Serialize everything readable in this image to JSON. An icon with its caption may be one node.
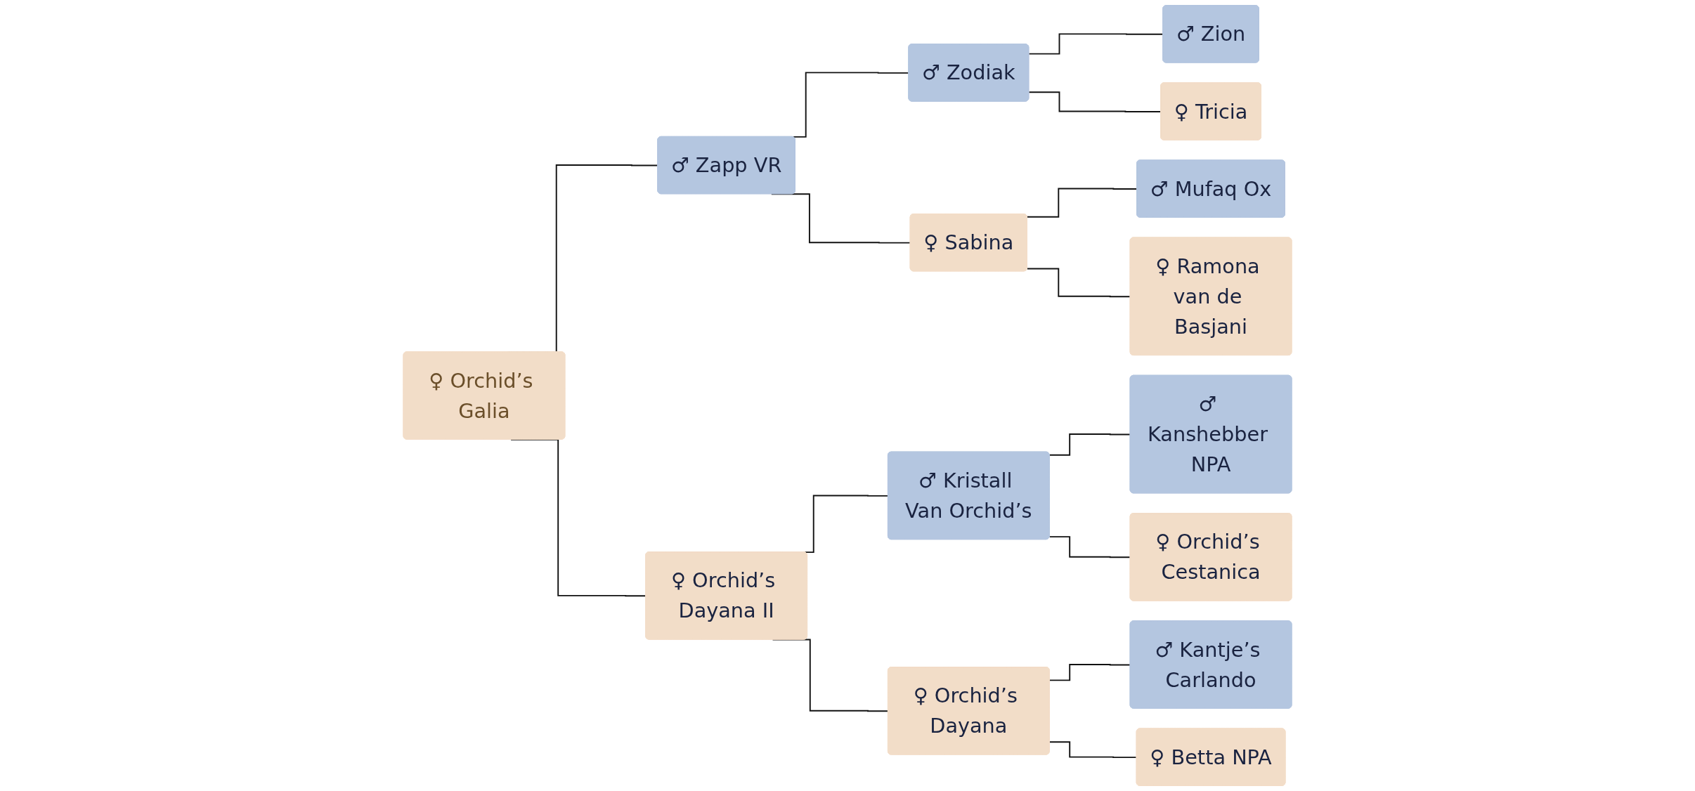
{
  "diagram": {
    "nodes": [
      {
        "text": [
          "♀ Orchid’s Galia"
        ]
      },
      {
        "text": [
          "♂ Zapp VR"
        ]
      },
      {
        "text": [
          "♂ Zodiak"
        ]
      },
      {
        "text": [
          "♂ Zion"
        ]
      },
      {
        "text": [
          "♀ Tricia"
        ]
      },
      {
        "text": [
          "♀ Sabina"
        ]
      },
      {
        "text": [
          "♂ Mufaq Ox"
        ]
      },
      {
        "text": [
          "♀ Ramona van de Basjani"
        ]
      },
      {
        "text": [
          "♀ Orchid’s Dayana II"
        ]
      },
      {
        "text": [
          "♂ Kristall Van Orchid’s"
        ]
      },
      {
        "text": [
          "♂ Kanshebber NPA"
        ]
      },
      {
        "text": [
          "♀ Orchid’s Cestanica"
        ]
      },
      {
        "text": [
          "♀ Orchid’s Dayana"
        ]
      },
      {
        "text": [
          "♂ Kantje’s Carlando"
        ]
      },
      {
        "text": [
          "♀ Betta NPA"
        ]
      }
    ],
    "edges": [
      {
        "from": 0,
        "to": 1,
        "arrow": "none"
      },
      {
        "from": 0,
        "to": 8,
        "arrow": "none"
      },
      {
        "from": 1,
        "to": 2,
        "arrow": "none"
      },
      {
        "from": 1,
        "to": 5,
        "arrow": "none"
      },
      {
        "from": 2,
        "to": 3,
        "arrow": "none"
      },
      {
        "from": 2,
        "to": 4,
        "arrow": "none"
      },
      {
        "from": 5,
        "to": 6,
        "arrow": "none"
      },
      {
        "from": 5,
        "to": 7,
        "arrow": "none"
      },
      {
        "from": 8,
        "to": 9,
        "arrow": "none"
      },
      {
        "from": 8,
        "to": 12,
        "arrow": "none"
      },
      {
        "from": 9,
        "to": 10,
        "arrow": "none"
      },
      {
        "from": 9,
        "to": 11,
        "arrow": "none"
      },
      {
        "from": 12,
        "to": 13,
        "arrow": "none"
      },
      {
        "from": 12,
        "to": 14,
        "arrow": "none"
      }
    ]
  }
}
